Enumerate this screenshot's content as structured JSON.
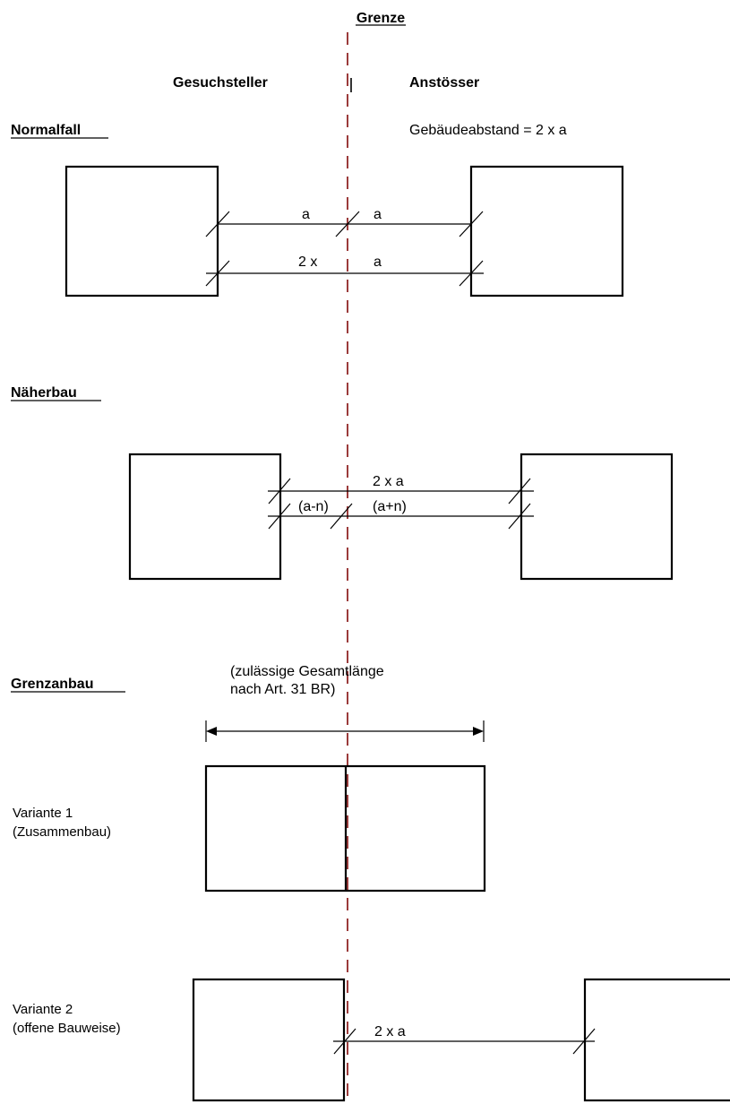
{
  "border_label": "Grenze",
  "applicant": "Gesuchsteller",
  "neighbor": "Anstösser",
  "normal": {
    "title": "Normalfall",
    "formula": "Gebäudeabstand  =  2 x a",
    "dim_a_left": "a",
    "dim_a_right": "a",
    "dim_2x": "2 x",
    "dim_2x_a": "a"
  },
  "closer": {
    "title": "Näherbau",
    "dim_total": "2 x a",
    "dim_left": "(a-n)",
    "dim_right": "(a+n)"
  },
  "boundary": {
    "title": "Grenzanbau",
    "note_line1": "(zulässige Gesamtlänge",
    "note_line2": "nach Art. 31 BR)",
    "variant1_line1": "Variante 1",
    "variant1_line2": "(Zusammenbau)",
    "variant2_line1": "Variante 2",
    "variant2_line2": "(offene Bauweise)",
    "variant2_dim": "2 x a"
  },
  "colors": {
    "border_line": "#9b3b3b",
    "line": "#000000"
  }
}
